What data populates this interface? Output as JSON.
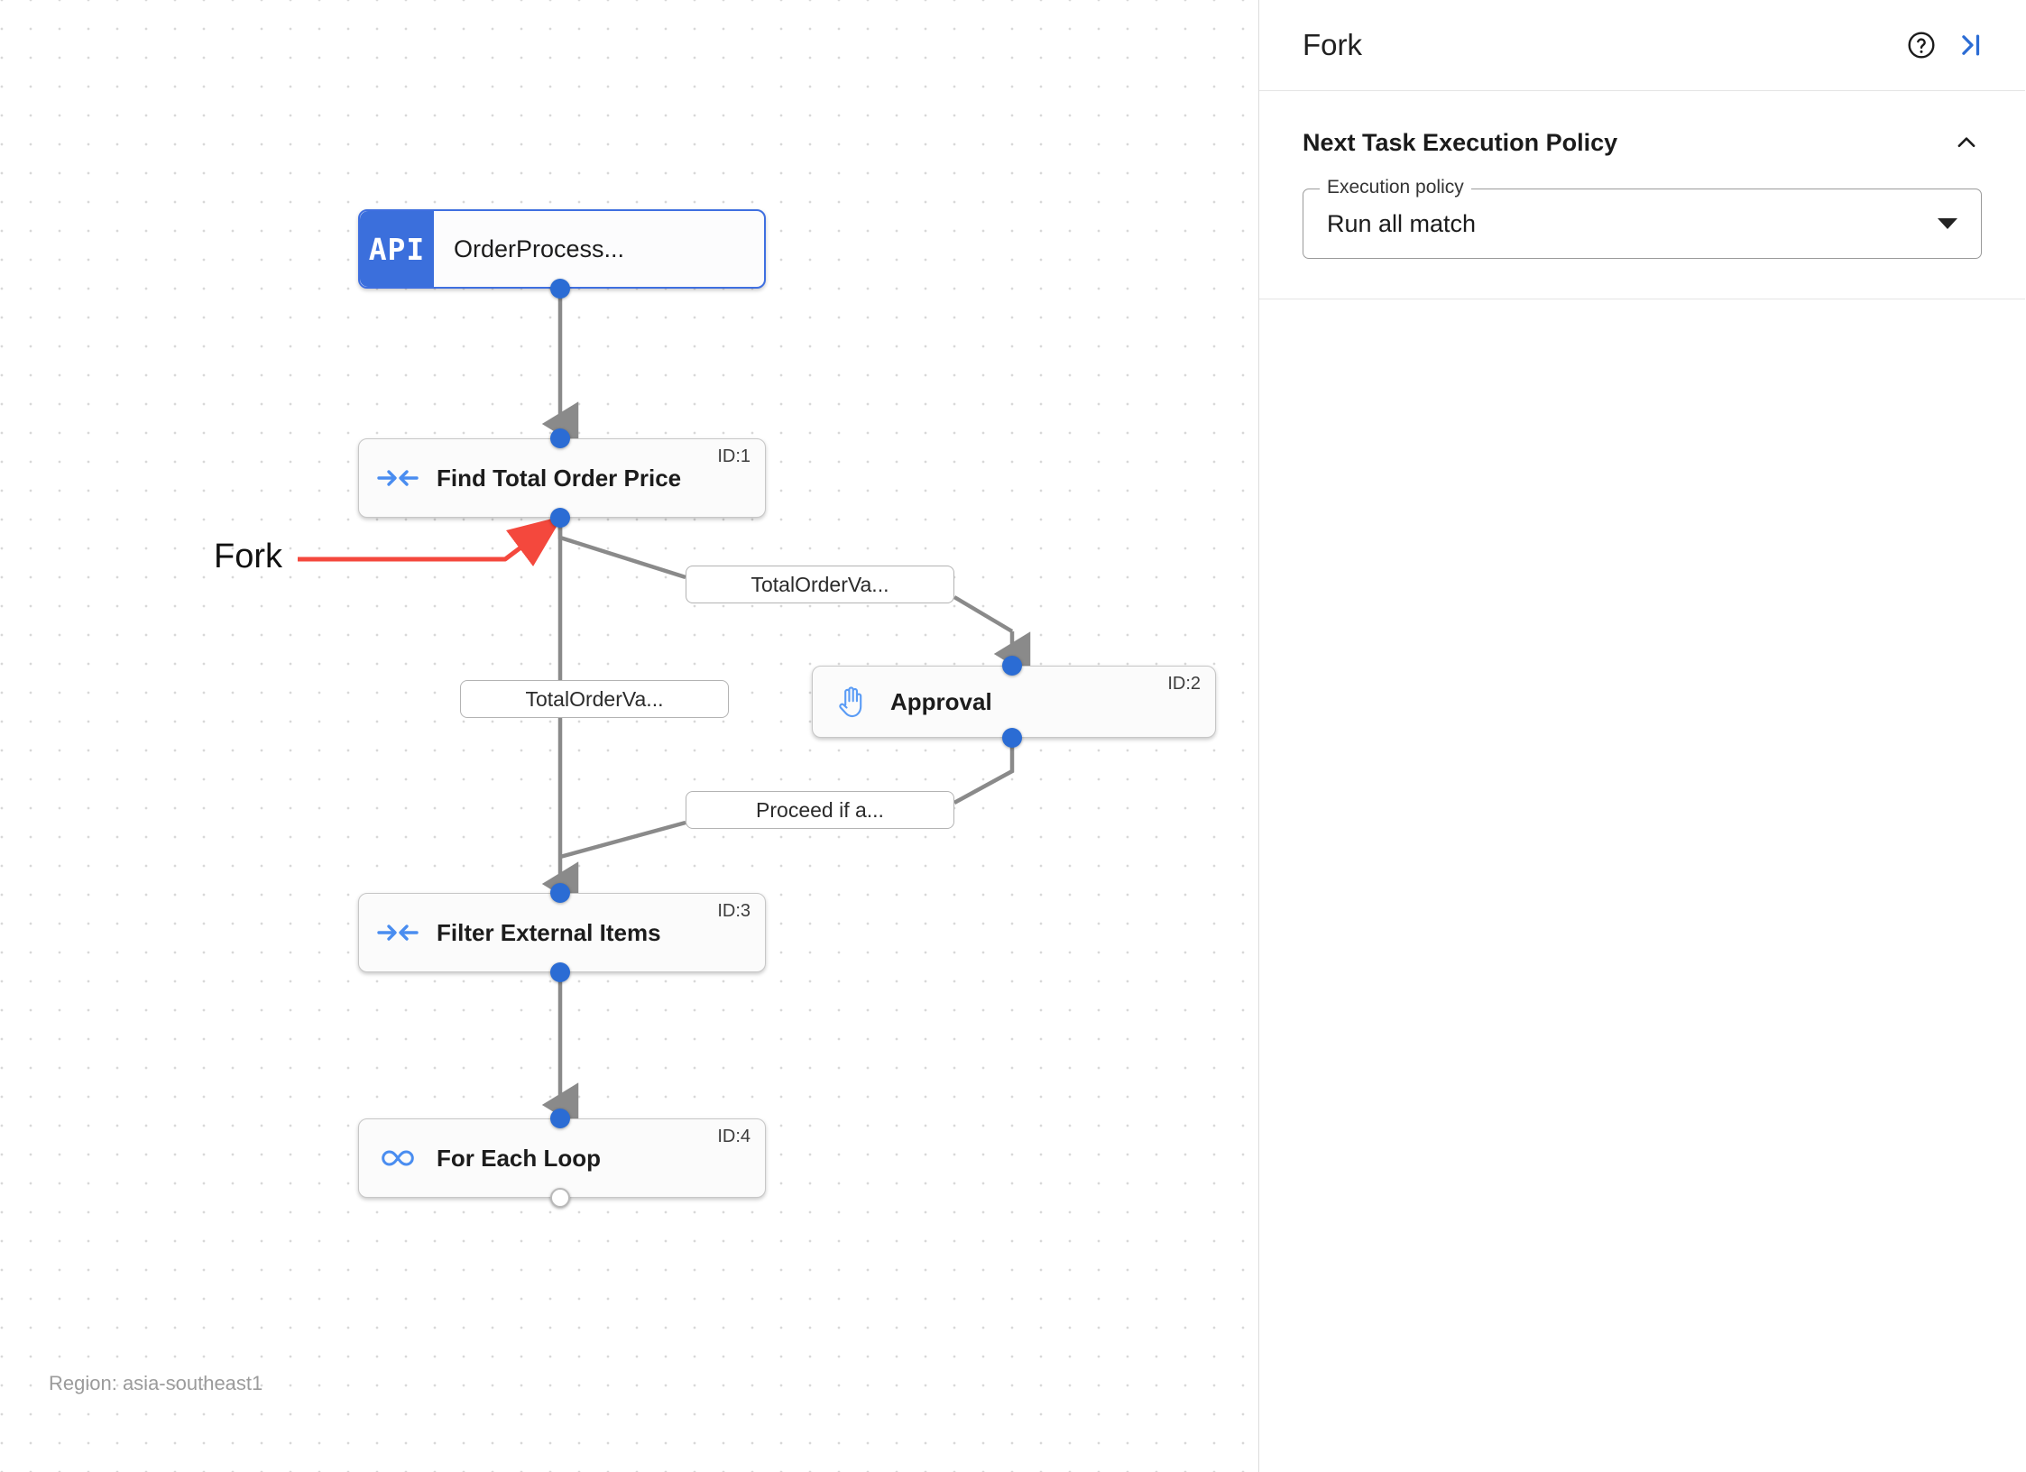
{
  "canvas": {
    "region_label": "Region: asia-southeast1",
    "annotation": {
      "label": "Fork",
      "color": "#f4483d"
    },
    "nodes": [
      {
        "id": "trigger",
        "kind": "api",
        "badge": "API",
        "title": "OrderProcess...",
        "node_id": "",
        "icon": "api-badge-icon",
        "selected": true
      },
      {
        "id": "task1",
        "kind": "task",
        "title": "Find Total Order Price",
        "node_id": "ID:1",
        "icon": "merge-arrows-icon",
        "selected": false
      },
      {
        "id": "task2",
        "kind": "task",
        "title": "Approval",
        "node_id": "ID:2",
        "icon": "hand-raised-icon",
        "selected": false
      },
      {
        "id": "task3",
        "kind": "task",
        "title": "Filter External Items",
        "node_id": "ID:3",
        "icon": "merge-arrows-icon",
        "selected": false
      },
      {
        "id": "task4",
        "kind": "task",
        "title": "For Each Loop",
        "node_id": "ID:4",
        "icon": "infinity-icon",
        "selected": false
      }
    ],
    "edge_labels": [
      {
        "id": "edge-to-approval",
        "text": "TotalOrderVa..."
      },
      {
        "id": "edge-to-filter-direct",
        "text": "TotalOrderVa..."
      },
      {
        "id": "edge-approval-to-filter",
        "text": "Proceed if a..."
      }
    ]
  },
  "panel": {
    "title": "Fork",
    "help_icon": "help-circle-icon",
    "collapse_icon": "collapse-panel-icon",
    "sections": [
      {
        "id": "next-task-execution-policy",
        "title": "Next Task Execution Policy",
        "collapse_icon": "chevron-up-icon",
        "field": {
          "legend": "Execution policy",
          "value": "Run all match",
          "caret_icon": "caret-down-icon"
        }
      }
    ]
  },
  "colors": {
    "accent_blue": "#2b6cd4",
    "node_icon_blue": "#4a8df0",
    "api_badge_blue": "#3b6fdc",
    "annotation_red": "#f4483d",
    "edge_gray": "#848484"
  }
}
